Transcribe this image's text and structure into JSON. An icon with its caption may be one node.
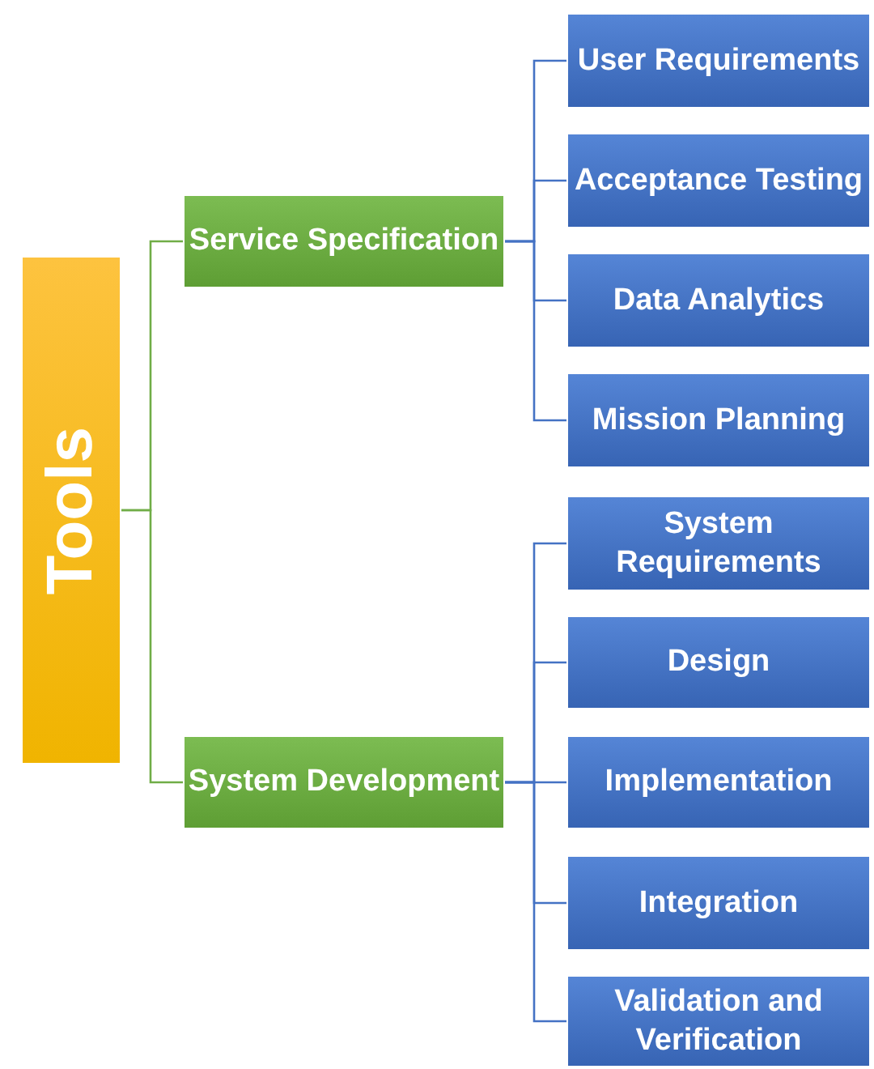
{
  "diagram": {
    "nodes": [
      {
        "text": [
          "Tools"
        ]
      },
      {
        "text": [
          "Service Specification"
        ]
      },
      {
        "text": [
          "User Requirements"
        ]
      },
      {
        "text": [
          "Acceptance Testing"
        ]
      },
      {
        "text": [
          "Data Analytics"
        ]
      },
      {
        "text": [
          "Mission Planning"
        ]
      },
      {
        "text": [
          "System Development"
        ]
      },
      {
        "text": [
          "System Requirements"
        ]
      },
      {
        "text": [
          "Design"
        ]
      },
      {
        "text": [
          "Implementation"
        ]
      },
      {
        "text": [
          "Integration"
        ]
      },
      {
        "text": [
          "Validation and Verification"
        ]
      }
    ],
    "edges": [
      {
        "from": 0,
        "to": 1,
        "arrow": "none",
        "color": "#70ad47"
      },
      {
        "from": 0,
        "to": 6,
        "arrow": "none",
        "color": "#70ad47"
      },
      {
        "from": 1,
        "to": 2,
        "arrow": "none"
      },
      {
        "from": 1,
        "to": 3,
        "arrow": "none"
      },
      {
        "from": 1,
        "to": 4,
        "arrow": "none"
      },
      {
        "from": 1,
        "to": 5,
        "arrow": "none"
      },
      {
        "from": 6,
        "to": 7,
        "arrow": "none"
      },
      {
        "from": 6,
        "to": 8,
        "arrow": "none"
      },
      {
        "from": 6,
        "to": 9,
        "arrow": "none"
      },
      {
        "from": 6,
        "to": 10,
        "arrow": "none"
      },
      {
        "from": 6,
        "to": 11,
        "arrow": "none"
      }
    ]
  }
}
